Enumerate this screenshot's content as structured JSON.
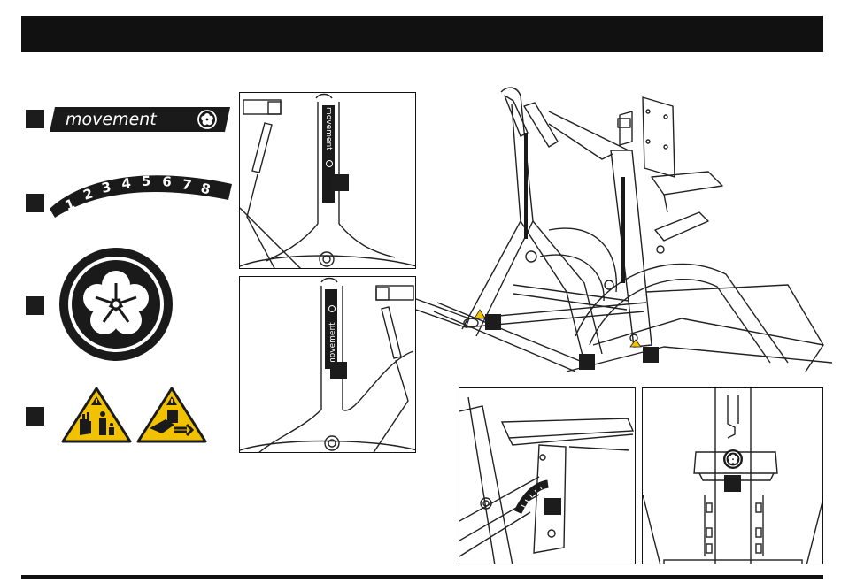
{
  "decals": {
    "logo_text": "movement",
    "numbers": [
      "1",
      "2",
      "3",
      "4",
      "5",
      "6",
      "7",
      "8"
    ]
  },
  "colors": {
    "ink": "#111111",
    "marker": "#1c1c1c",
    "warning_yellow": "#f2c200"
  },
  "icons": [
    "movement-logo-icon",
    "hand-crush-warning-icon",
    "pinch-warning-icon"
  ]
}
